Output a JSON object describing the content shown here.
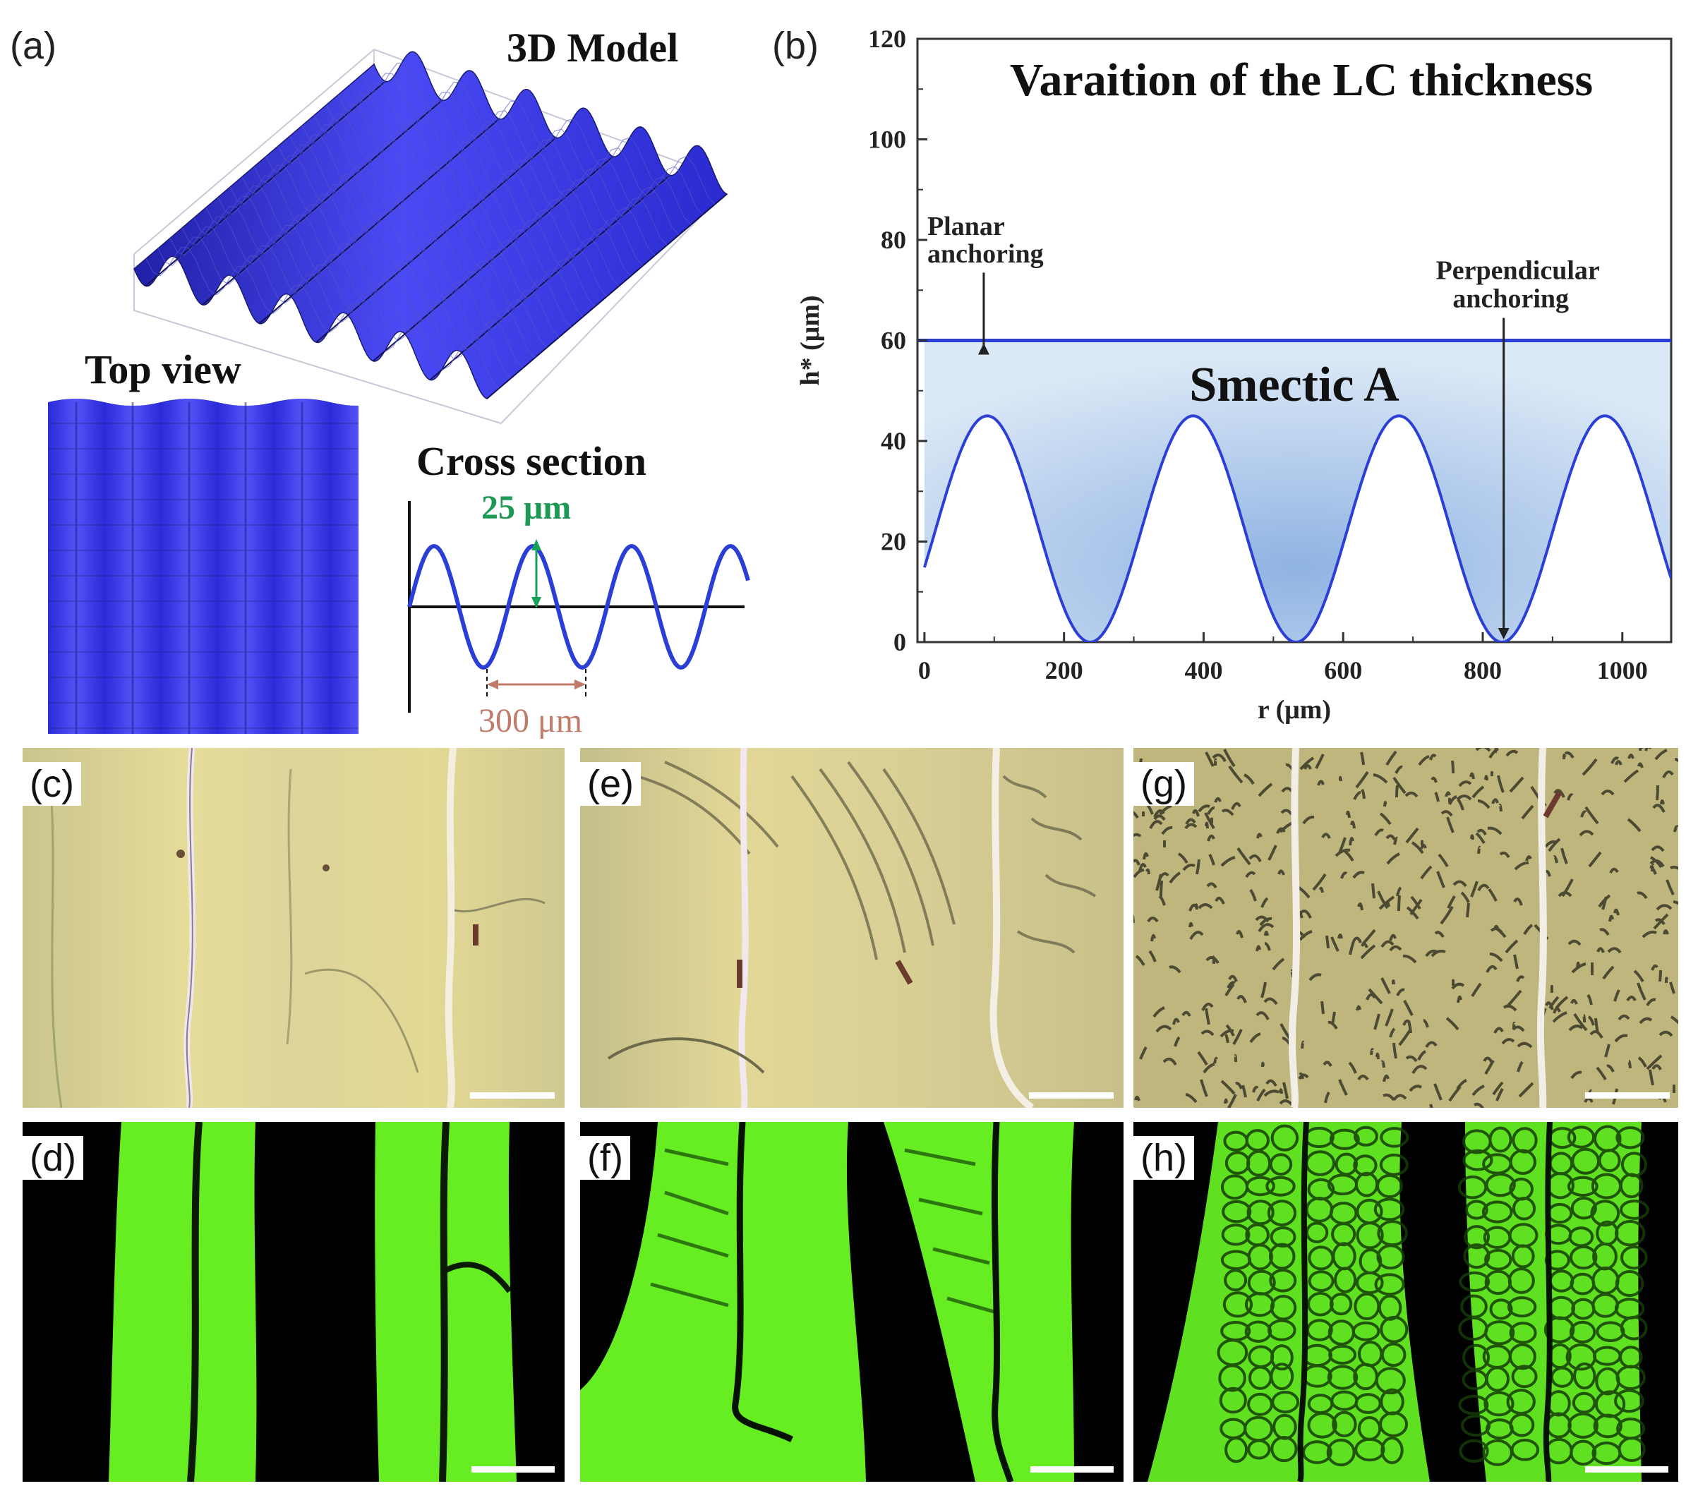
{
  "panels": {
    "a": {
      "label": "(a)",
      "model_title": "3D Model",
      "top_view_title": "Top view",
      "cross_section_title": "Cross section",
      "amplitude_label": "25 μm",
      "period_label": "300 μm"
    },
    "b": {
      "label": "(b)"
    },
    "c": {
      "label": "(c)"
    },
    "d": {
      "label": "(d)"
    },
    "e": {
      "label": "(e)"
    },
    "f": {
      "label": "(f)"
    },
    "g": {
      "label": "(g)"
    },
    "h": {
      "label": "(h)"
    }
  },
  "chart_data": {
    "type": "line",
    "title": "Varaition of the LC thickness",
    "xlabel": "r (μm)",
    "ylabel": "h* (μm)",
    "xlim": [
      -10,
      1070
    ],
    "ylim": [
      0,
      120
    ],
    "xticks": [
      0,
      200,
      400,
      600,
      800,
      1000
    ],
    "yticks": [
      0,
      20,
      40,
      60,
      80,
      100,
      120
    ],
    "region_label": "Smectic A",
    "annotations": [
      {
        "text_line1": "Planar",
        "text_line2": "anchoring",
        "x": 85,
        "y": 60
      },
      {
        "text_line1": "Perpendicular",
        "text_line2": "anchoring",
        "x": 830,
        "y": 0
      }
    ],
    "series": [
      {
        "kind": "constant",
        "y": 60,
        "x": [
          -10,
          1070
        ]
      },
      {
        "kind": "sine",
        "offset": 22.5,
        "amplitude": 22.5,
        "period": 295,
        "peak_x": 90,
        "x": [
          0,
          1070
        ]
      }
    ],
    "colors": {
      "line": "#2b3fd6",
      "fill": "#9fc0ea"
    }
  },
  "colors": {
    "surface_blue": "#3b3bf0",
    "fluor_green": "#66ee22",
    "optical_yellow": "#d9d08a"
  }
}
